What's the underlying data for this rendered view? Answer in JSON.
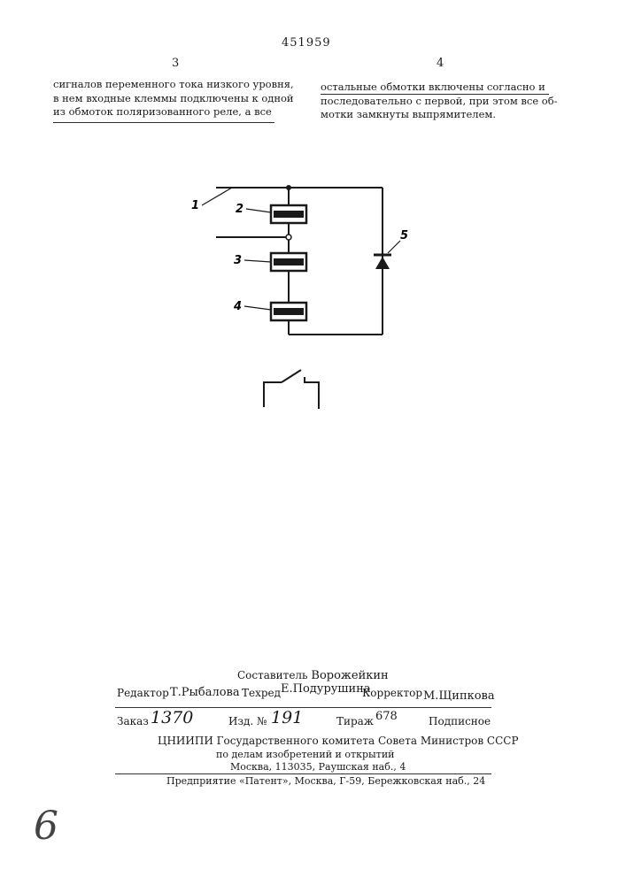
{
  "header": {
    "patent_number": "451959",
    "col_left_number": "3",
    "col_right_number": "4"
  },
  "left_column": {
    "lines": [
      "сигналов переменного тока низкого уровня,",
      "в нем входные  клеммы подключены к одной",
      "из обмоток поляризованного реле, а все"
    ]
  },
  "right_column": {
    "lines": [
      "остальные обмотки включены согласно и",
      "последовательно с первой, при этом все об-",
      "мотки замкнуты выпрямителем."
    ]
  },
  "figure": {
    "labels": {
      "l1": "1",
      "l2": "2",
      "l3": "3",
      "l4": "4",
      "l5": "5"
    }
  },
  "imprint": {
    "compiler_label": "Составитель",
    "compiler_name": "Ворожейкин",
    "editor_label": "Редактор",
    "editor_name": "Т.Рыбалова",
    "techred_label": "Техред",
    "techred_name": "Е.Подурушина",
    "corrector_label": "Корректор",
    "corrector_name": "М.Щипкова",
    "order_label": "Заказ",
    "order_value": "1370",
    "edition_label": "Изд. №",
    "edition_value": "191",
    "print_run_label": "Тираж",
    "print_run_value": "678",
    "subscription": "Подписное",
    "org_line1": "ЦНИИПИ  Государственного комитета Совета Министров СССР",
    "org_line2": "по делам изобретений и открытий",
    "org_line3": "Москва, 113035, Раушская наб., 4",
    "enterprise_line": "Предприятие «Патент», Москва, Г-59, Бережковская наб., 24"
  },
  "margin_mark": "6"
}
